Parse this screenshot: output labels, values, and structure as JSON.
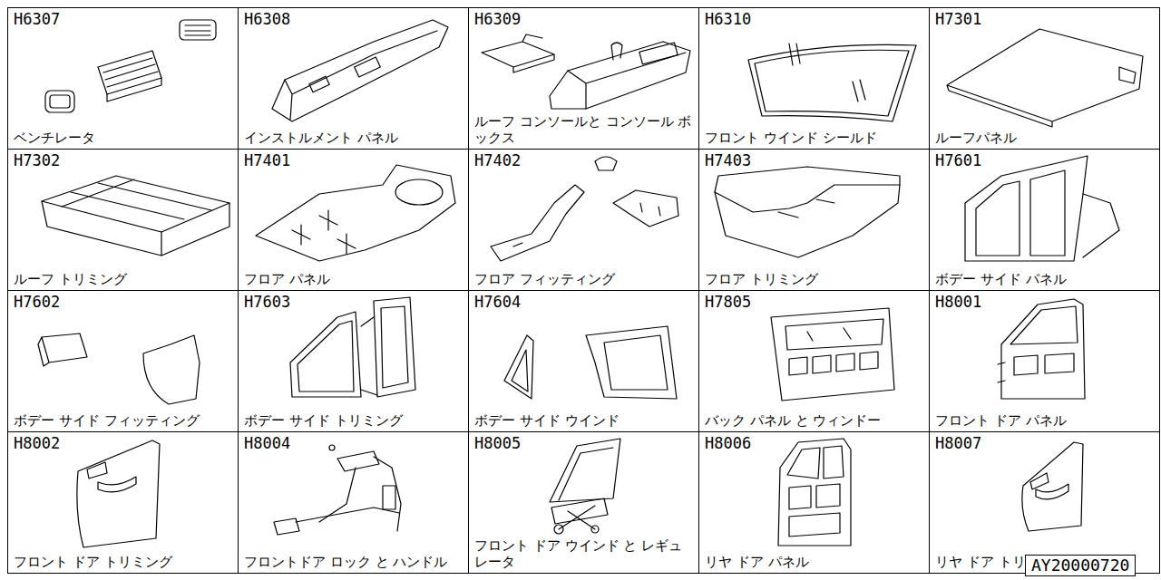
{
  "diagram": {
    "nodes": [
      {
        "text": [
          "H6307",
          "ベンチレータ"
        ]
      },
      {
        "text": [
          "H6308",
          "インストルメント パネル"
        ]
      },
      {
        "text": [
          "H6309",
          "ルーフ コンソールと コンソール ボックス"
        ]
      },
      {
        "text": [
          "H6310",
          "フロント ウインド シールド"
        ]
      },
      {
        "text": [
          "H7301",
          "ルーフパネル"
        ]
      },
      {
        "text": [
          "H7302",
          "ルーフ トリミング"
        ]
      },
      {
        "text": [
          "H7401",
          "フロア パネル"
        ]
      },
      {
        "text": [
          "H7402",
          "フロア フィッティング"
        ]
      },
      {
        "text": [
          "H7403",
          "フロア トリミング"
        ]
      },
      {
        "text": [
          "H7601",
          "ボデー サイド パネル"
        ]
      },
      {
        "text": [
          "H7602",
          "ボデー サイド フィッティング"
        ]
      },
      {
        "text": [
          "H7603",
          "ボデー サイド トリミング"
        ]
      },
      {
        "text": [
          "H7604",
          "ボデー サイド ウインド"
        ]
      },
      {
        "text": [
          "H7805",
          "バック パネル と ウィンドー"
        ]
      },
      {
        "text": [
          "H8001",
          "フロント ドア パネル"
        ]
      },
      {
        "text": [
          "H8002",
          "フロント ドア トリミング"
        ]
      },
      {
        "text": [
          "H8004",
          "フロントドア ロック と ハンドル"
        ]
      },
      {
        "text": [
          "H8005",
          "フロント ドア ウインド と レギュレータ"
        ]
      },
      {
        "text": [
          "H8006",
          "リヤ ドア パネル"
        ]
      },
      {
        "text": [
          "H8007",
          "リヤ ドア トリミング"
        ]
      }
    ],
    "labels": [
      "AY20000720"
    ]
  }
}
